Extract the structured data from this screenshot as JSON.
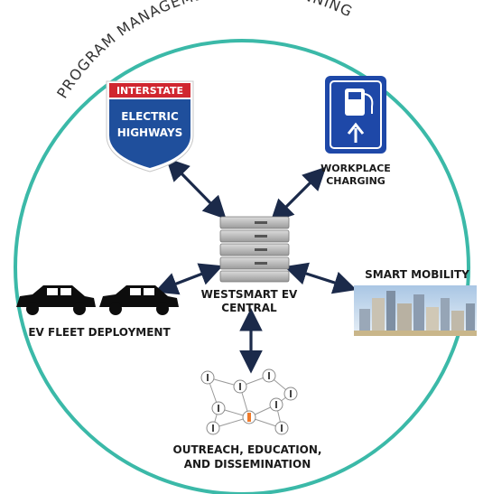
{
  "diagram": {
    "arc_title": "PROGRAM MANAGEMENT AND PLANNING",
    "center_label_line1": "WESTSMART EV",
    "center_label_line2": "CENTRAL",
    "nodes": {
      "highways": {
        "badge_top": "INTERSTATE",
        "line1": "ELECTRIC",
        "line2": "HIGHWAYS"
      },
      "workplace": {
        "line1": "WORKPLACE",
        "line2": "CHARGING"
      },
      "mobility": {
        "label": "SMART MOBILITY"
      },
      "fleet": {
        "label": "EV FLEET DEPLOYMENT"
      },
      "outreach": {
        "line1": "OUTREACH, EDUCATION,",
        "line2": "AND DISSEMINATION"
      }
    },
    "colors": {
      "ring": "#3bb9a8",
      "arrow": "#1b2a4a",
      "shield_blue": "#1f4f9c",
      "shield_red": "#d0262f",
      "sign_blue": "#1e48a8",
      "highlight_person": "#f07a2a"
    }
  }
}
